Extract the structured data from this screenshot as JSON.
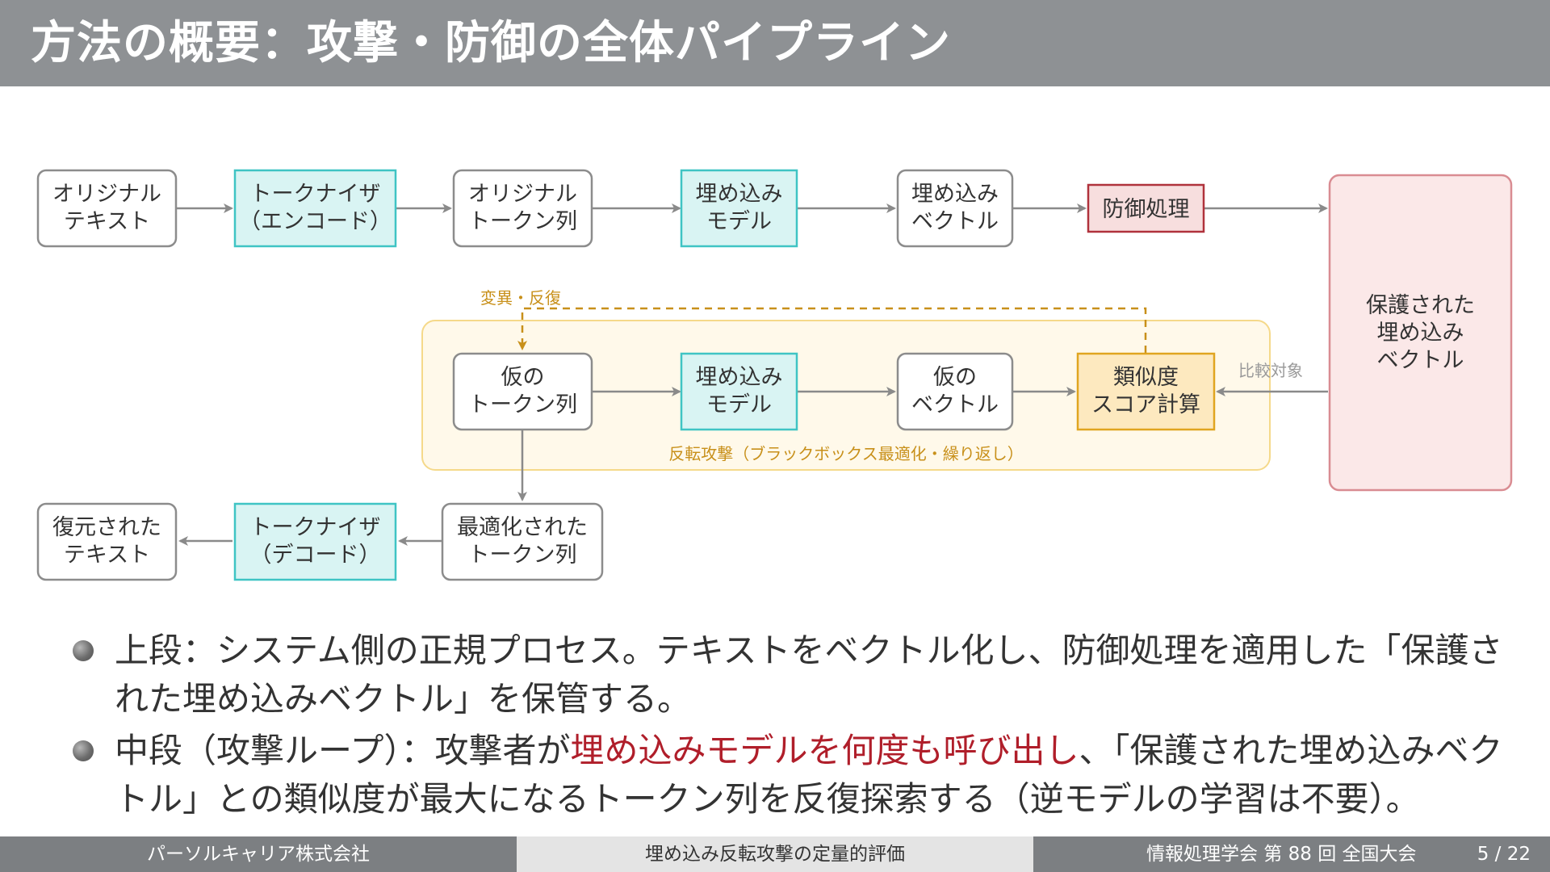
{
  "title": "方法の概要：攻撃・防御の全体パイプライン",
  "diagram": {
    "nodes": {
      "orig_text": [
        "オリジナル",
        "テキスト"
      ],
      "tokenizer_enc": [
        "トークナイザ",
        "（エンコード）"
      ],
      "orig_tokens": [
        "オリジナル",
        "トークン列"
      ],
      "embed_model_top": [
        "埋め込み",
        "モデル"
      ],
      "embed_vec": [
        "埋め込み",
        "ベクトル"
      ],
      "defense": [
        "防御処理"
      ],
      "protected": [
        "保護された",
        "埋め込み",
        "ベクトル"
      ],
      "temp_tokens": [
        "仮の",
        "トークン列"
      ],
      "embed_model_mid": [
        "埋め込み",
        "モデル"
      ],
      "temp_vec": [
        "仮の",
        "ベクトル"
      ],
      "similarity": [
        "類似度",
        "スコア計算"
      ],
      "opt_tokens": [
        "最適化された",
        "トークン列"
      ],
      "tokenizer_dec": [
        "トークナイザ",
        "（デコード）"
      ],
      "restored_text": [
        "復元された",
        "テキスト"
      ]
    },
    "labels": {
      "mutate": "変異・反復",
      "compare": "比較対象",
      "loop": "反転攻撃（ブラックボックス最適化・繰り返し）"
    },
    "colors": {
      "neutral_border": "#8c8c8c",
      "teal_fill": "#d9f4f3",
      "teal_border": "#3fc4c4",
      "red_fill": "#f7dede",
      "red_border": "#b0323c",
      "protected_fill": "#fbe8e8",
      "protected_border": "#d98c92",
      "yellow_fill": "#fde9bf",
      "yellow_border": "#e0a520",
      "loop_fill": "#fff9ea",
      "loop_border": "#f5d98a",
      "arrow": "#8a8a8a",
      "accent_text": "#c8901a"
    }
  },
  "bullets": [
    {
      "text": "上段：システム側の正規プロセス。テキストをベクトル化し、防御処理を適用した「保護された埋め込みベクトル」を保管する。"
    },
    {
      "pre": "中段（攻撃ループ）：攻撃者が",
      "highlight": "埋め込みモデルを何度も呼び出し",
      "post": "、「保護された埋め込みベクトル」との類似度が最大になるトークン列を反復探索する（逆モデルの学習は不要）。"
    }
  ],
  "footer": {
    "company": "パーソルキャリア株式会社",
    "topic": "埋め込み反転攻撃の定量的評価",
    "conference": "情報処理学会 第 88 回 全国大会",
    "page": "5 / 22"
  }
}
